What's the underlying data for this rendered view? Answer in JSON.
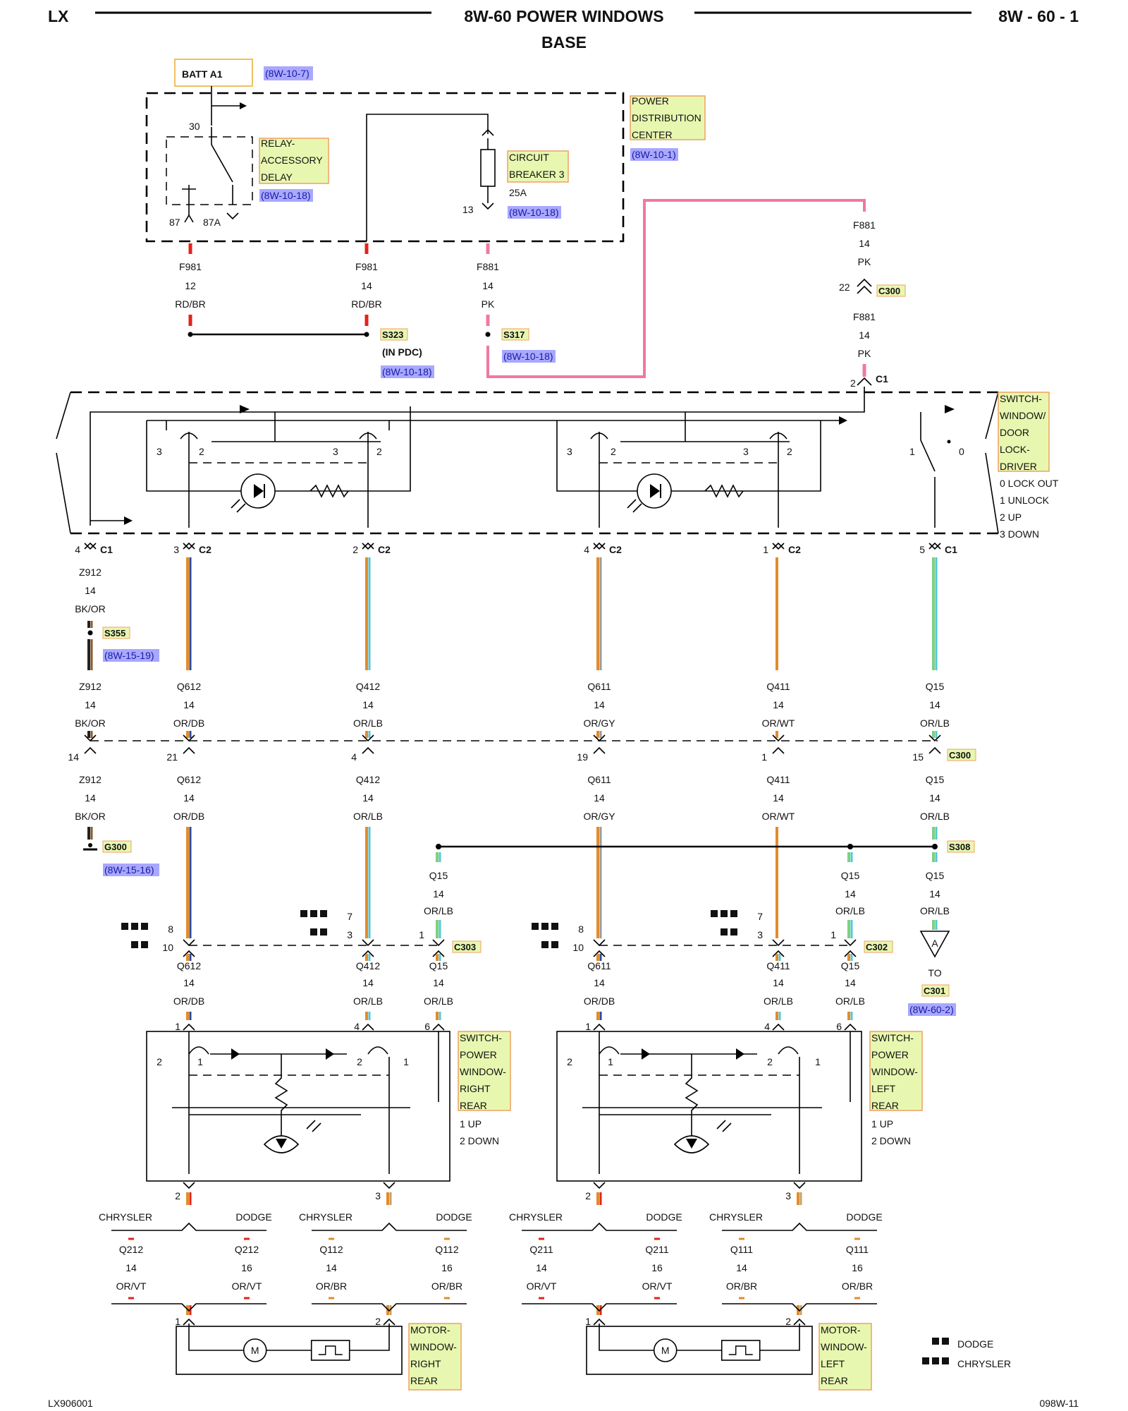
{
  "header": {
    "left": "LX",
    "title": "8W-60 POWER WINDOWS",
    "subtitle": "BASE",
    "right": "8W - 60 - 1"
  },
  "footer": {
    "left": "LX906001",
    "right": "098W-11"
  },
  "colors": {
    "pink": "#f0799e",
    "orange": "#e38b2c",
    "red": "#e2231a",
    "cyan": "#52c7d8",
    "ltgreen": "#7fd080",
    "tan": "#c8a062",
    "brown": "#8b5a2b",
    "label_fill": "#e8f7b0",
    "label_border": "#f0a060",
    "ref_fill": "#a8a8ff"
  },
  "top": {
    "batt": "BATT A1",
    "batt_ref": "(8W-10-7)",
    "pdc_label": [
      "POWER",
      "DISTRIBUTION",
      "CENTER"
    ],
    "pdc_ref": "(8W-10-1)",
    "relay_label": [
      "RELAY-",
      "ACCESSORY",
      "DELAY"
    ],
    "relay_ref": "(8W-10-18)",
    "relay_pins": {
      "p30": "30",
      "p87": "87",
      "p87a": "87A"
    },
    "breaker_label": [
      "CIRCUIT",
      "BREAKER 3"
    ],
    "breaker_amp": "25A",
    "breaker_pin": "13",
    "breaker_ref": "(8W-10-18)"
  },
  "wires_top": {
    "w1": [
      "F981",
      "12",
      "RD/BR"
    ],
    "w2": [
      "F981",
      "14",
      "RD/BR"
    ],
    "w3": [
      "F881",
      "14",
      "PK"
    ],
    "w4a": [
      "F881",
      "14",
      "PK"
    ],
    "w4b": [
      "F881",
      "14",
      "PK"
    ]
  },
  "splices_top": {
    "s323": "S323",
    "s323_note": "(IN PDC)",
    "s323_ref": "(8W-10-18)",
    "s317": "S317",
    "s317_ref": "(8W-10-18)",
    "c300": "C300",
    "c300_pin": "22",
    "c1_pin": "2",
    "c1": "C1"
  },
  "driver_switch": {
    "label": [
      "SWITCH-",
      "WINDOW/",
      "DOOR",
      "LOCK-",
      "DRIVER"
    ],
    "legend": [
      "0 LOCK OUT",
      "1 UNLOCK",
      "2 UP",
      "3 DOWN"
    ],
    "pos": {
      "a3": "3",
      "a2": "2",
      "b3": "3",
      "b2": "2",
      "c3": "3",
      "c2": "2",
      "d3": "3",
      "d2": "2",
      "e1": "1",
      "e0": "0"
    }
  },
  "driver_pins": [
    {
      "pin": "4",
      "conn": "C1"
    },
    {
      "pin": "3",
      "conn": "C2"
    },
    {
      "pin": "2",
      "conn": "C2"
    },
    {
      "pin": "4",
      "conn": "C2"
    },
    {
      "pin": "1",
      "conn": "C2"
    },
    {
      "pin": "5",
      "conn": "C1"
    }
  ],
  "mid_wires_upper": [
    [
      "Z912",
      "14",
      "BK/OR"
    ],
    [
      "Q612",
      "14",
      "OR/DB"
    ],
    [
      "Q412",
      "14",
      "OR/LB"
    ],
    [
      "Q611",
      "14",
      "OR/GY"
    ],
    [
      "Q411",
      "14",
      "OR/WT"
    ],
    [
      "Q15",
      "14",
      "OR/LB"
    ]
  ],
  "z912_top": [
    "Z912",
    "14",
    "BK/OR"
  ],
  "s355": "S355",
  "s355_ref": "(8W-15-19)",
  "c300_row": {
    "pins": [
      "14",
      "21",
      "4",
      "19",
      "1",
      "15"
    ],
    "conn": "C300"
  },
  "mid_wires_lower": [
    [
      "Z912",
      "14",
      "BK/OR"
    ],
    [
      "Q612",
      "14",
      "OR/DB"
    ],
    [
      "Q412",
      "14",
      "OR/LB"
    ],
    [
      "Q611",
      "14",
      "OR/GY"
    ],
    [
      "Q411",
      "14",
      "OR/WT"
    ],
    [
      "Q15",
      "14",
      "OR/LB"
    ]
  ],
  "g300": "G300",
  "g300_ref": "(8W-15-16)",
  "s308": "S308",
  "q15_branches": [
    [
      "Q15",
      "14",
      "OR/LB"
    ],
    [
      "Q15",
      "14",
      "OR/LB"
    ],
    [
      "Q15",
      "14",
      "OR/LB"
    ]
  ],
  "to_c301": {
    "arrow": "A",
    "to": "TO",
    "conn": "C301",
    "ref": "(8W-60-2)"
  },
  "c303": {
    "conn": "C303",
    "pins": [
      "8",
      "10",
      "7",
      "3",
      "1"
    ]
  },
  "c302": {
    "conn": "C302",
    "pins": [
      "8",
      "10",
      "7",
      "3",
      "1"
    ]
  },
  "right_rear": {
    "wires_in": [
      [
        "Q612",
        "14",
        "OR/DB"
      ],
      [
        "Q412",
        "14",
        "OR/LB"
      ],
      [
        "Q15",
        "14",
        "OR/LB"
      ]
    ],
    "pins_in": [
      "1",
      "4",
      "6"
    ],
    "label": [
      "SWITCH-",
      "POWER",
      "WINDOW-",
      "RIGHT",
      "REAR"
    ],
    "legend": [
      "1 UP",
      "2 DOWN"
    ],
    "pos": {
      "l2": "2",
      "l1": "1",
      "r2": "2",
      "r1": "1"
    },
    "pins_out": [
      "2",
      "3"
    ],
    "motor_label": [
      "MOTOR-",
      "WINDOW-",
      "RIGHT",
      "REAR"
    ],
    "motor_pins": [
      "1",
      "2"
    ],
    "motor_m": "M"
  },
  "left_rear": {
    "wires_in": [
      [
        "Q611",
        "14",
        "OR/DB"
      ],
      [
        "Q411",
        "14",
        "OR/LB"
      ],
      [
        "Q15",
        "14",
        "OR/LB"
      ]
    ],
    "pins_in": [
      "1",
      "4",
      "6"
    ],
    "label": [
      "SWITCH-",
      "POWER",
      "WINDOW-",
      "LEFT",
      "REAR"
    ],
    "legend": [
      "1 UP",
      "2 DOWN"
    ],
    "pos": {
      "l2": "2",
      "l1": "1",
      "r2": "2",
      "r1": "1"
    },
    "pins_out": [
      "2",
      "3"
    ],
    "motor_label": [
      "MOTOR-",
      "WINDOW-",
      "LEFT",
      "REAR"
    ],
    "motor_pins": [
      "1",
      "2"
    ],
    "motor_m": "M"
  },
  "brand_split": {
    "chrysler": "CHRYSLER",
    "dodge": "DODGE",
    "rr_a": {
      "c": [
        "Q212",
        "14",
        "OR/VT"
      ],
      "d": [
        "Q212",
        "16",
        "OR/VT"
      ]
    },
    "rr_b": {
      "c": [
        "Q112",
        "14",
        "OR/BR"
      ],
      "d": [
        "Q112",
        "16",
        "OR/BR"
      ]
    },
    "lr_a": {
      "c": [
        "Q211",
        "14",
        "OR/VT"
      ],
      "d": [
        "Q211",
        "16",
        "OR/VT"
      ]
    },
    "lr_b": {
      "c": [
        "Q111",
        "14",
        "OR/BR"
      ],
      "d": [
        "Q111",
        "16",
        "OR/BR"
      ]
    }
  },
  "legend": {
    "dodge": "DODGE",
    "chrysler": "CHRYSLER"
  }
}
